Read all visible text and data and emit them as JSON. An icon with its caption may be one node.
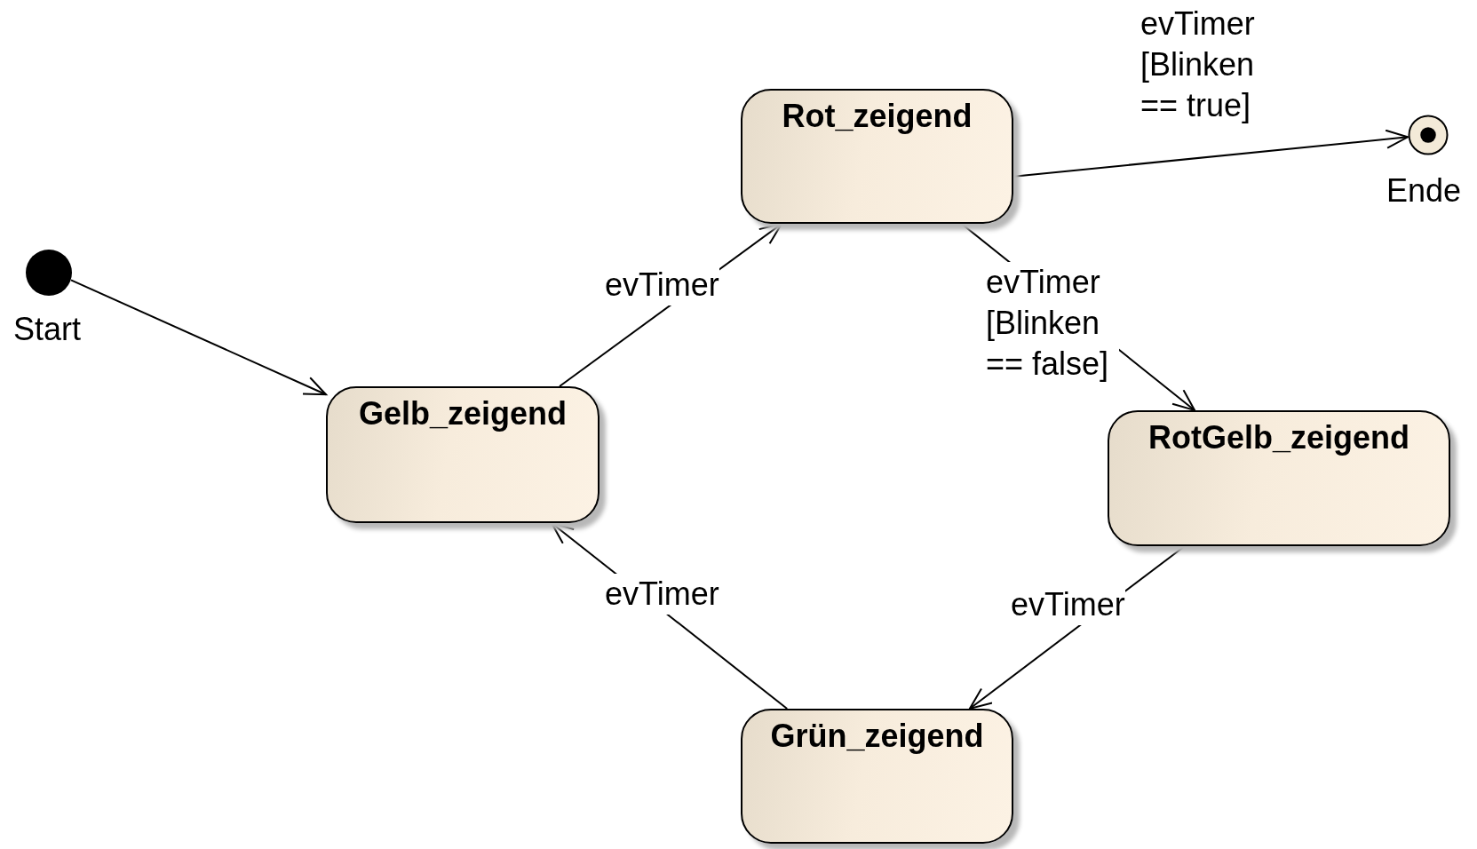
{
  "diagram": {
    "nodes": [
      {
        "text": [],
        "shape": "circle",
        "beside": [
          "Start"
        ]
      },
      {
        "text": [
          "Gelb_zeigend"
        ]
      },
      {
        "text": [
          "Rot_zeigend"
        ]
      },
      {
        "text": [],
        "shape": "circle",
        "beside": [
          "Ende"
        ]
      },
      {
        "text": [
          "RotGelb_zeigend"
        ]
      },
      {
        "text": [
          "Grün_zeigend"
        ]
      }
    ],
    "edges": [
      {
        "from": 0,
        "to": 1,
        "arrow": "to"
      },
      {
        "from": 1,
        "to": 2,
        "arrow": "to",
        "label": "evTimer"
      },
      {
        "from": 2,
        "to": 3,
        "arrow": "to",
        "label": "evTimer [Blinken == true]"
      },
      {
        "from": 2,
        "to": 4,
        "arrow": "to",
        "label": "evTimer [Blinken == false]"
      },
      {
        "from": 4,
        "to": 5,
        "arrow": "to",
        "label": "evTimer"
      },
      {
        "from": 5,
        "to": 1,
        "arrow": "to",
        "label": "evTimer"
      }
    ]
  }
}
